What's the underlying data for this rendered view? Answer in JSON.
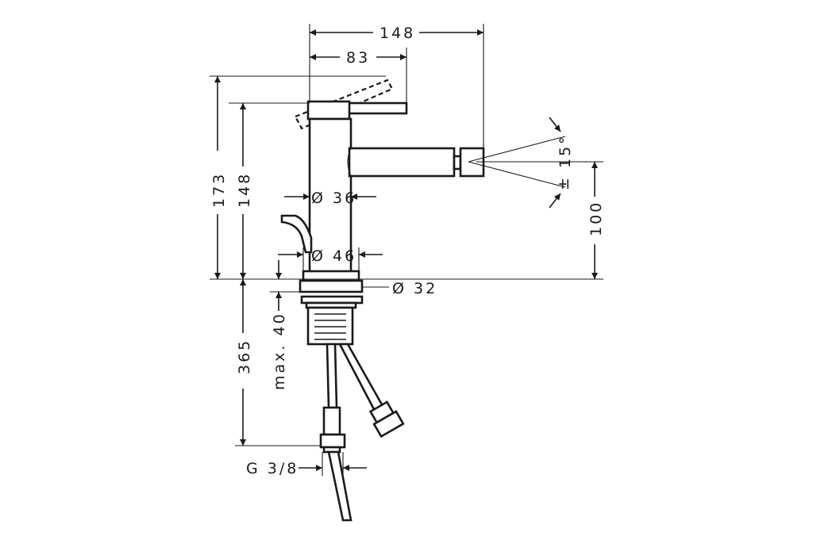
{
  "dimensions": {
    "width_total": "148",
    "width_lever": "83",
    "height_total": "173",
    "height_body": "148",
    "spout_height": "100",
    "angle": "15°",
    "angle_pm": "±",
    "dia_body": "Ø 36",
    "dia_base": "Ø 46",
    "dia_shank": "Ø 32",
    "hose_length": "365",
    "max_thickness": "max. 40",
    "connection": "G 3/8"
  }
}
